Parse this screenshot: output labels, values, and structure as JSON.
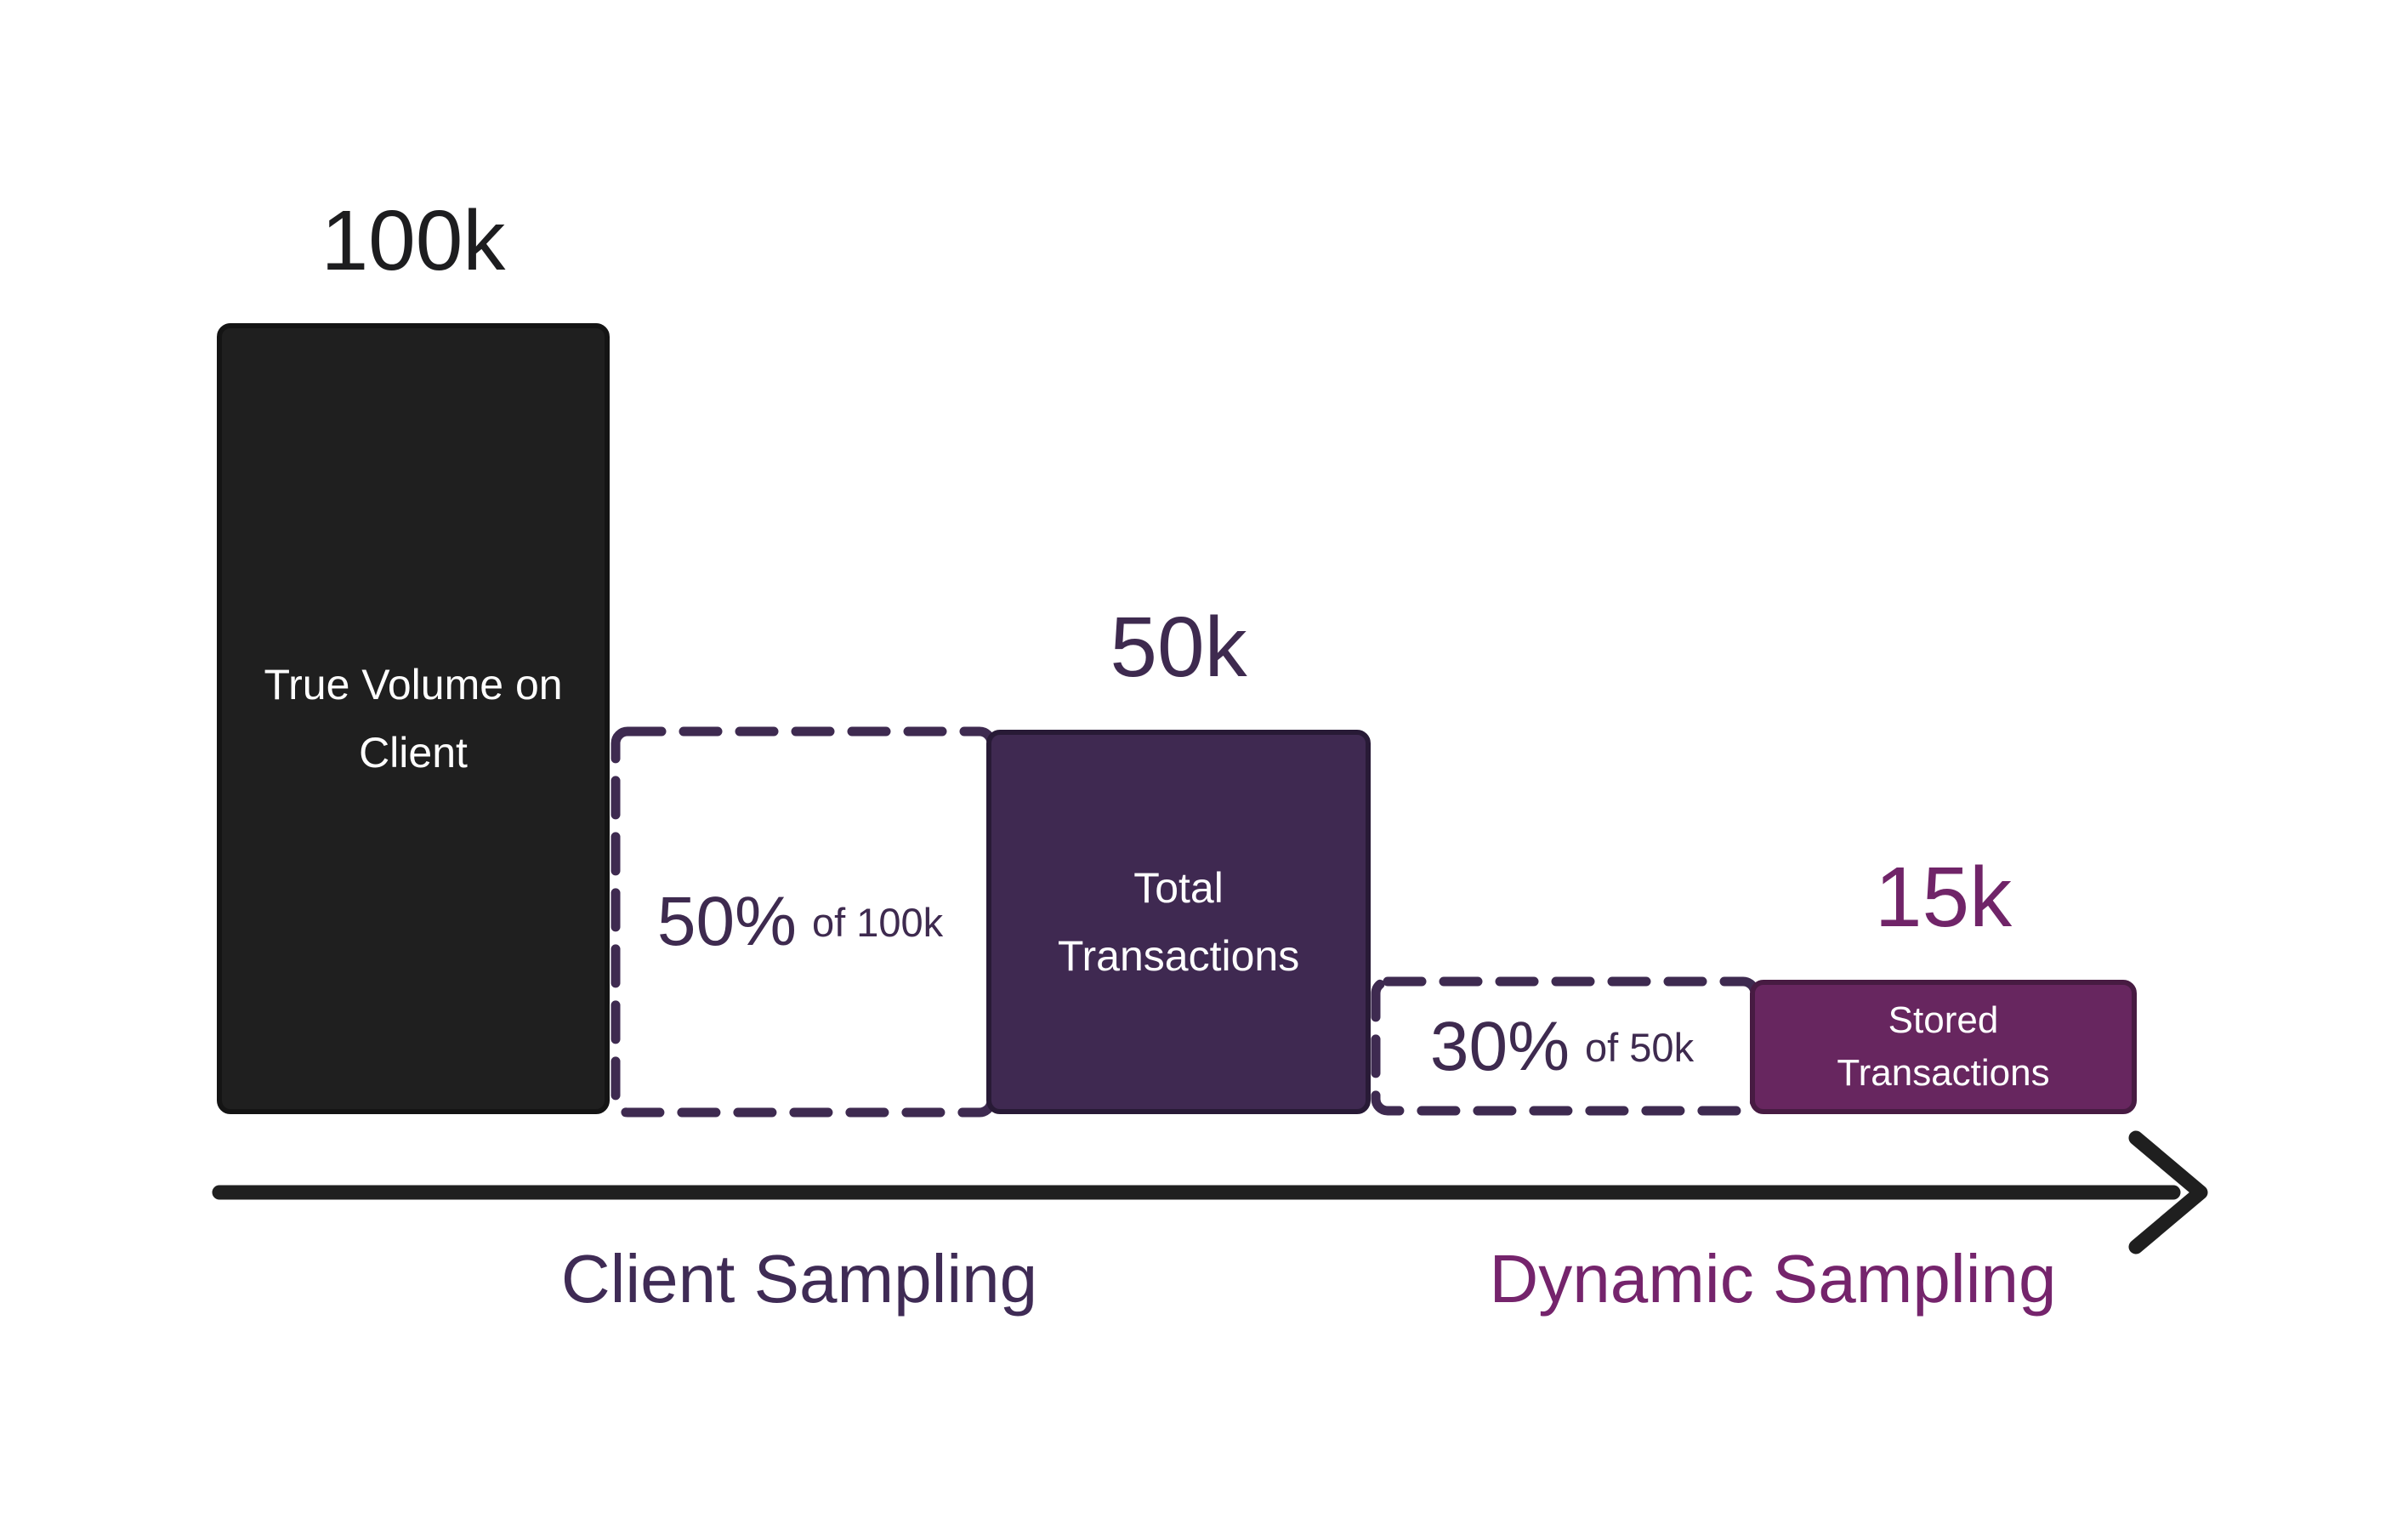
{
  "palette": {
    "black": "#1f1f1f",
    "dark_purple": "#3f2951",
    "magenta_purple": "#67265f",
    "dash_stroke": "#3e2a50",
    "white": "#ffffff"
  },
  "bars": {
    "true_volume": {
      "value": "100k",
      "label": "True Volume on Client"
    },
    "total_transactions": {
      "value": "50k",
      "label": "Total Transactions"
    },
    "stored_transactions": {
      "value": "15k",
      "label": "Stored Transactions"
    }
  },
  "sampling_steps": {
    "client": {
      "percent": "50%",
      "of_text": "of 100k"
    },
    "dynamic": {
      "percent": "30%",
      "of_text": "of 50k"
    }
  },
  "axis": {
    "client_label": "Client Sampling",
    "dynamic_label": "Dynamic Sampling"
  },
  "chart_data": {
    "type": "bar",
    "categories": [
      "True Volume on Client",
      "Total Transactions",
      "Stored Transactions"
    ],
    "values": [
      100000,
      50000,
      15000
    ],
    "value_labels": [
      "100k",
      "50k",
      "15k"
    ],
    "title": "",
    "xlabel": "",
    "ylabel": "",
    "annotations": [
      {
        "between": [
          "True Volume on Client",
          "Total Transactions"
        ],
        "text": "50% of 100k"
      },
      {
        "between": [
          "Total Transactions",
          "Stored Transactions"
        ],
        "text": "30% of 50k"
      }
    ],
    "stages": [
      {
        "label": "Client Sampling",
        "rate": "50% of 100k"
      },
      {
        "label": "Dynamic Sampling",
        "rate": "30% of 50k"
      }
    ],
    "legend": false,
    "grid": false
  }
}
